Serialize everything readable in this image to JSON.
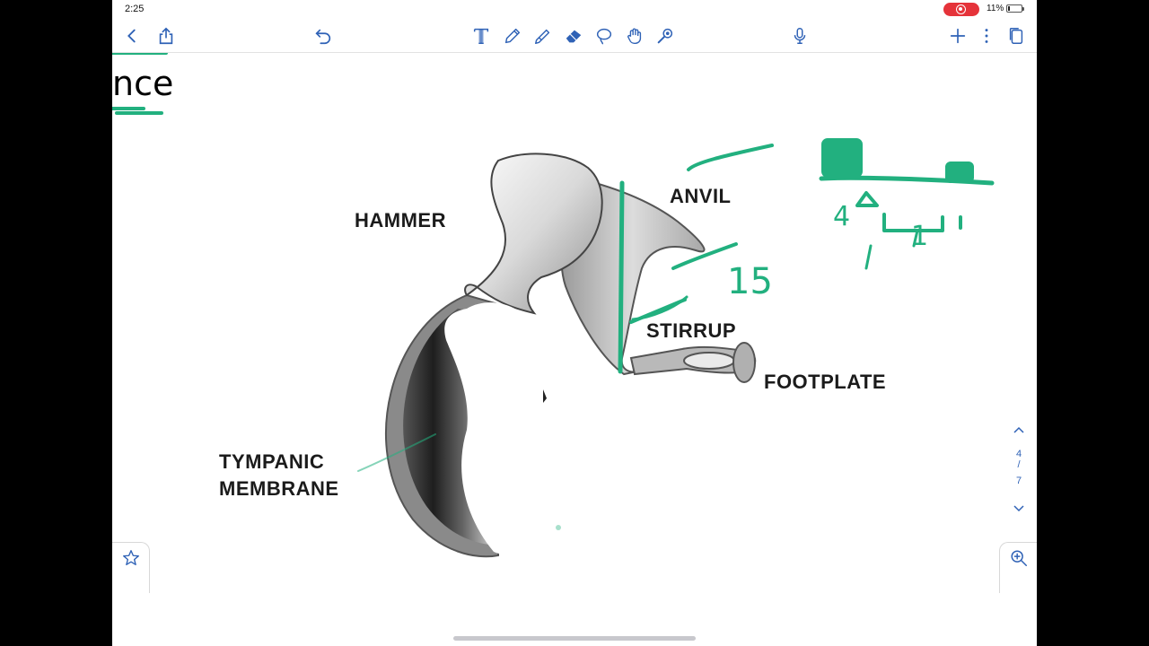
{
  "status_bar": {
    "time": "2:25",
    "battery": "11%",
    "recording_color": "#e5333a"
  },
  "toolbar": {
    "icons": [
      "chevron-left-icon",
      "share-icon",
      "undo-icon",
      "text-tool-icon",
      "pen-icon",
      "highlighter-icon",
      "eraser-icon",
      "lasso-icon",
      "hand-icon",
      "laser-pointer-icon",
      "microphone-icon",
      "plus-icon",
      "more-icon",
      "pages-icon"
    ],
    "icon_color": "#2f62b6"
  },
  "document": {
    "title_fragment": "nce",
    "labels": {
      "hammer": "HAMMER",
      "anvil": "ANVIL",
      "stirrup": "STIRRUP",
      "footplate": "FOOTPLATE",
      "tympanic_line1": "TYMPANIC",
      "tympanic_line2": "MEMBRANE"
    },
    "ink_color": "#22b07f",
    "annotations": {
      "ratio_left": "4",
      "ratio_right": "1",
      "number": "15"
    }
  },
  "pager": {
    "current": "4",
    "separator": "/",
    "total": "7"
  }
}
